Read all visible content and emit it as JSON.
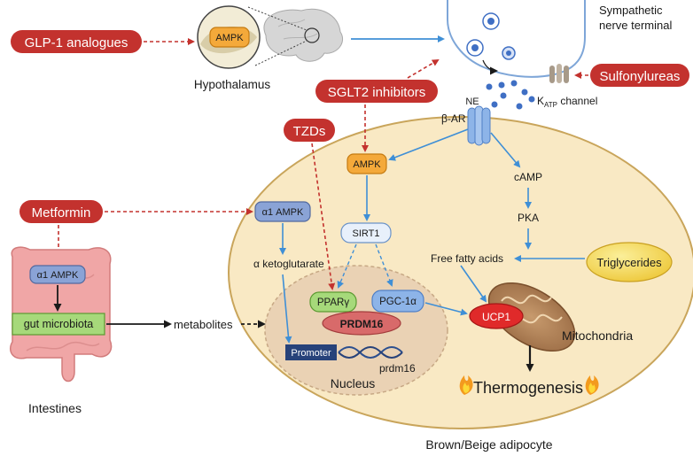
{
  "drugs": {
    "glp1": "GLP-1 analogues",
    "sglt2": "SGLT2 inhibitors",
    "sulfonylureas": "Sulfonylureas",
    "tzds": "TZDs",
    "metformin": "Metformin"
  },
  "hypothalamus": {
    "ampk": "AMPK",
    "label": "Hypothalamus"
  },
  "nerve": {
    "title_line1": "Sympathetic",
    "title_line2": "nerve terminal",
    "ne": "NE",
    "katp_k": "K",
    "katp_sub": "ATP",
    "katp_rest": " channel"
  },
  "adipocyte": {
    "beta_ar": "β-AR",
    "ampk": "AMPK",
    "sirt1": "SIRT1",
    "camp": "cAMP",
    "pka": "PKA",
    "free_fatty_acids": "Free fatty acids",
    "triglycerides": "Triglycerides",
    "a1_ampk": "α1 AMPK",
    "a_ketoglutarate": "α ketoglutarate",
    "ppary": "PPARγ",
    "pgc1a": "PGC-1α",
    "prdm16": "PRDM16",
    "promoter": "Promoter",
    "prdm16_gene": "prdm16",
    "nucleus": "Nucleus",
    "ucp1": "UCP1",
    "mitochondria": "Mitochondria",
    "thermogenesis": "Thermogenesis",
    "cell_label": "Brown/Beige adipocyte"
  },
  "intestine": {
    "a1_ampk": "α1 AMPK",
    "gut_microbiota": "gut microbiota",
    "metabolites": "metabolites",
    "label": "Intestines"
  },
  "colors": {
    "drug_red": "#c3322e",
    "arrow_blue": "#3f8fd6",
    "cell_fill": "#f9e9c4",
    "cell_stroke": "#c9a55b",
    "nucleus_fill": "#ead2b4",
    "ampk_orange": "#f4a93a",
    "ampk_blue": "#8aa3d6",
    "microbiota_green": "#a6d97a",
    "ucp1_red": "#e02a2a",
    "trig_yellow": "#f4dc4f"
  }
}
